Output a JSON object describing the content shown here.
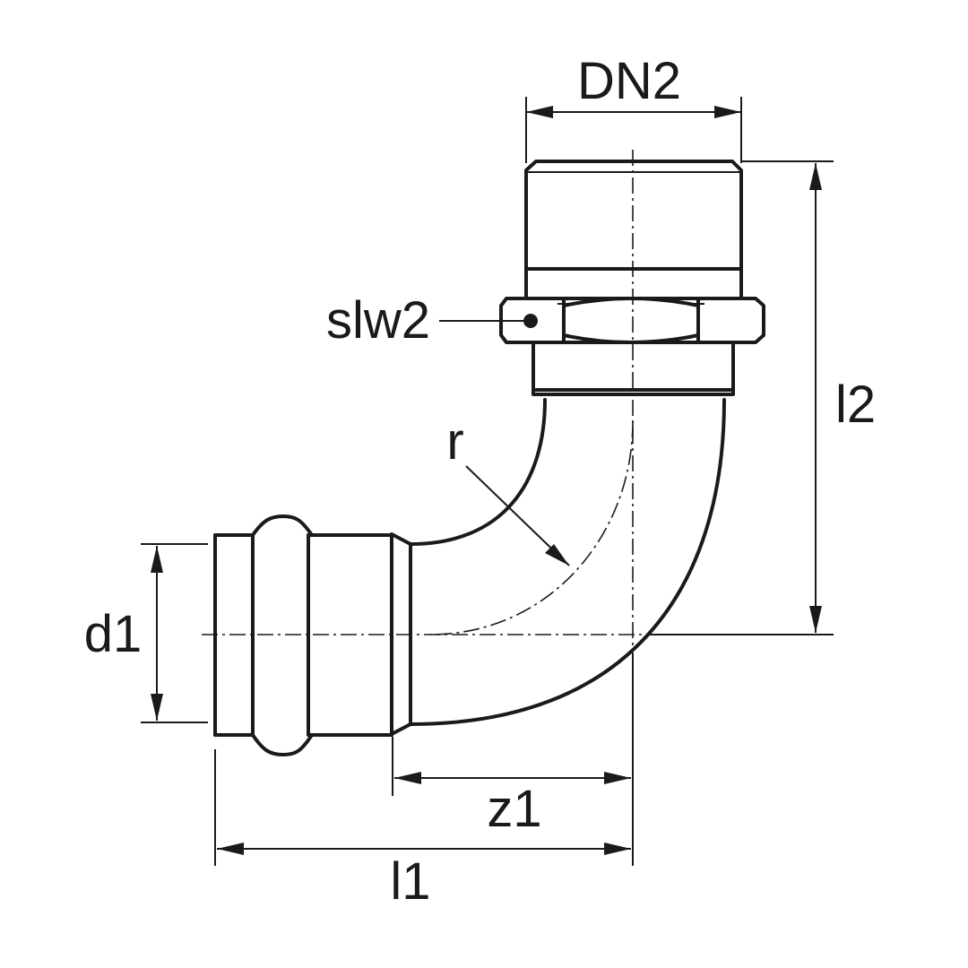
{
  "labels": {
    "dn2": "DN2",
    "slw2": "slw2",
    "l2": "l2",
    "r": "r",
    "d1": "d1",
    "z1": "z1",
    "l1": "l1"
  },
  "colors": {
    "line": "#1a1a1a",
    "background": "#ffffff"
  }
}
